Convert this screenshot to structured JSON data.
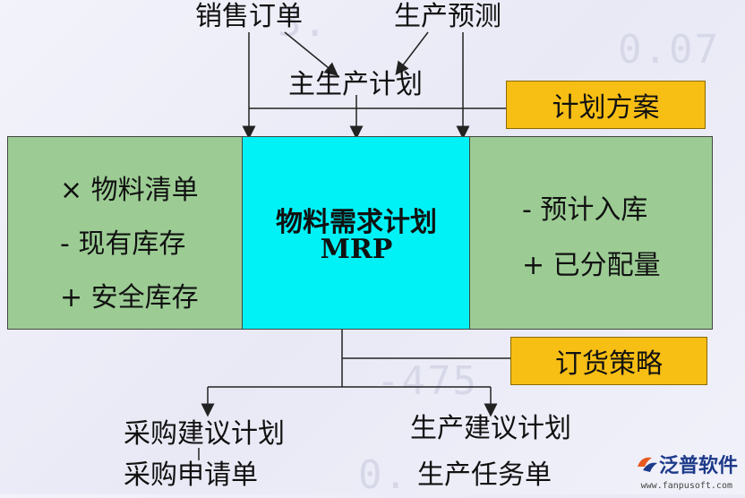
{
  "inputs": {
    "sales_order": "销售订单",
    "production_forecast": "生产预测",
    "master_plan": "主生产计划"
  },
  "plan_scheme": "计划方案",
  "left_box": {
    "items": [
      "× 物料清单",
      "-  现有库存",
      "+  安全库存"
    ]
  },
  "center_box": {
    "title_cn": "物料需求计划",
    "title_en": "MRP"
  },
  "right_box": {
    "items": [
      "-  预计入库",
      "+  已分配量"
    ]
  },
  "order_strategy": "订货策略",
  "outputs": {
    "purchase_plan": "采购建议计划",
    "purchase_request": "采购申请单",
    "production_plan": "生产建议计划",
    "production_task": "生产任务单"
  },
  "logo": {
    "name": "泛普软件",
    "url": "www.fanpusoft.com"
  },
  "colors": {
    "green": "#9ccc94",
    "cyan": "#00f2f6",
    "yellow": "#f7be14"
  }
}
